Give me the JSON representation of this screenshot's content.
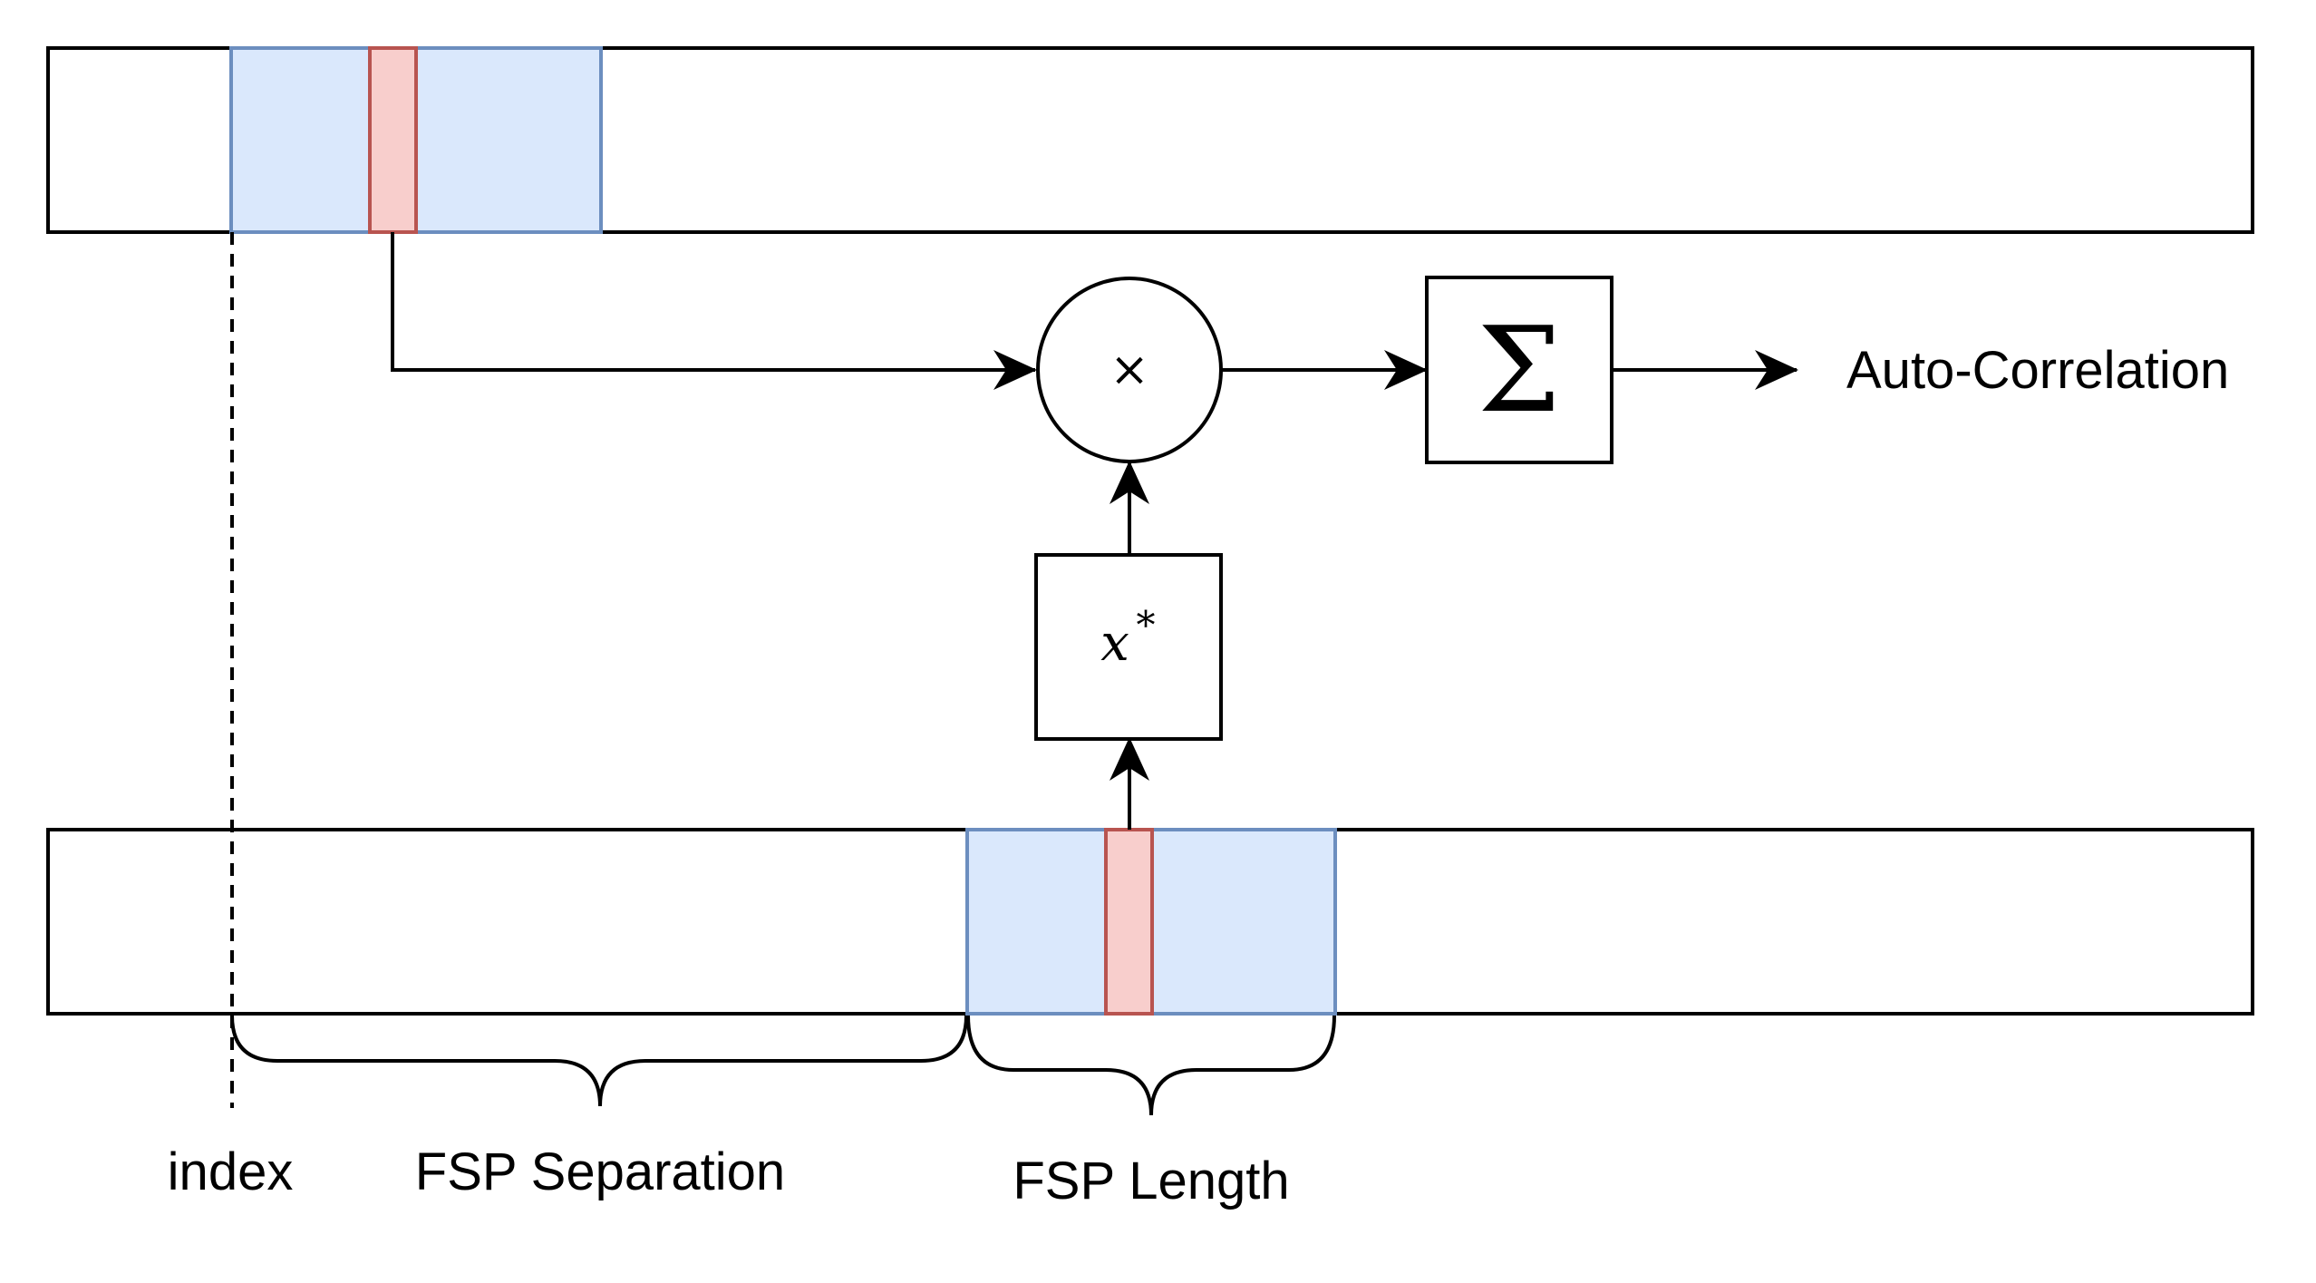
{
  "labels": {
    "index": "index",
    "fsp_separation": "FSP Separation",
    "fsp_length": "FSP Length",
    "output": "Auto-Correlation"
  },
  "symbols": {
    "multiply": "×",
    "sum": "Σ",
    "conjugate_base": "x",
    "conjugate_sup": "*"
  },
  "colors": {
    "window_fill": "#dae8fc",
    "window_stroke": "#6c8ebf",
    "sample_fill": "#f8cecc",
    "sample_stroke": "#b85450",
    "line": "#000000"
  }
}
